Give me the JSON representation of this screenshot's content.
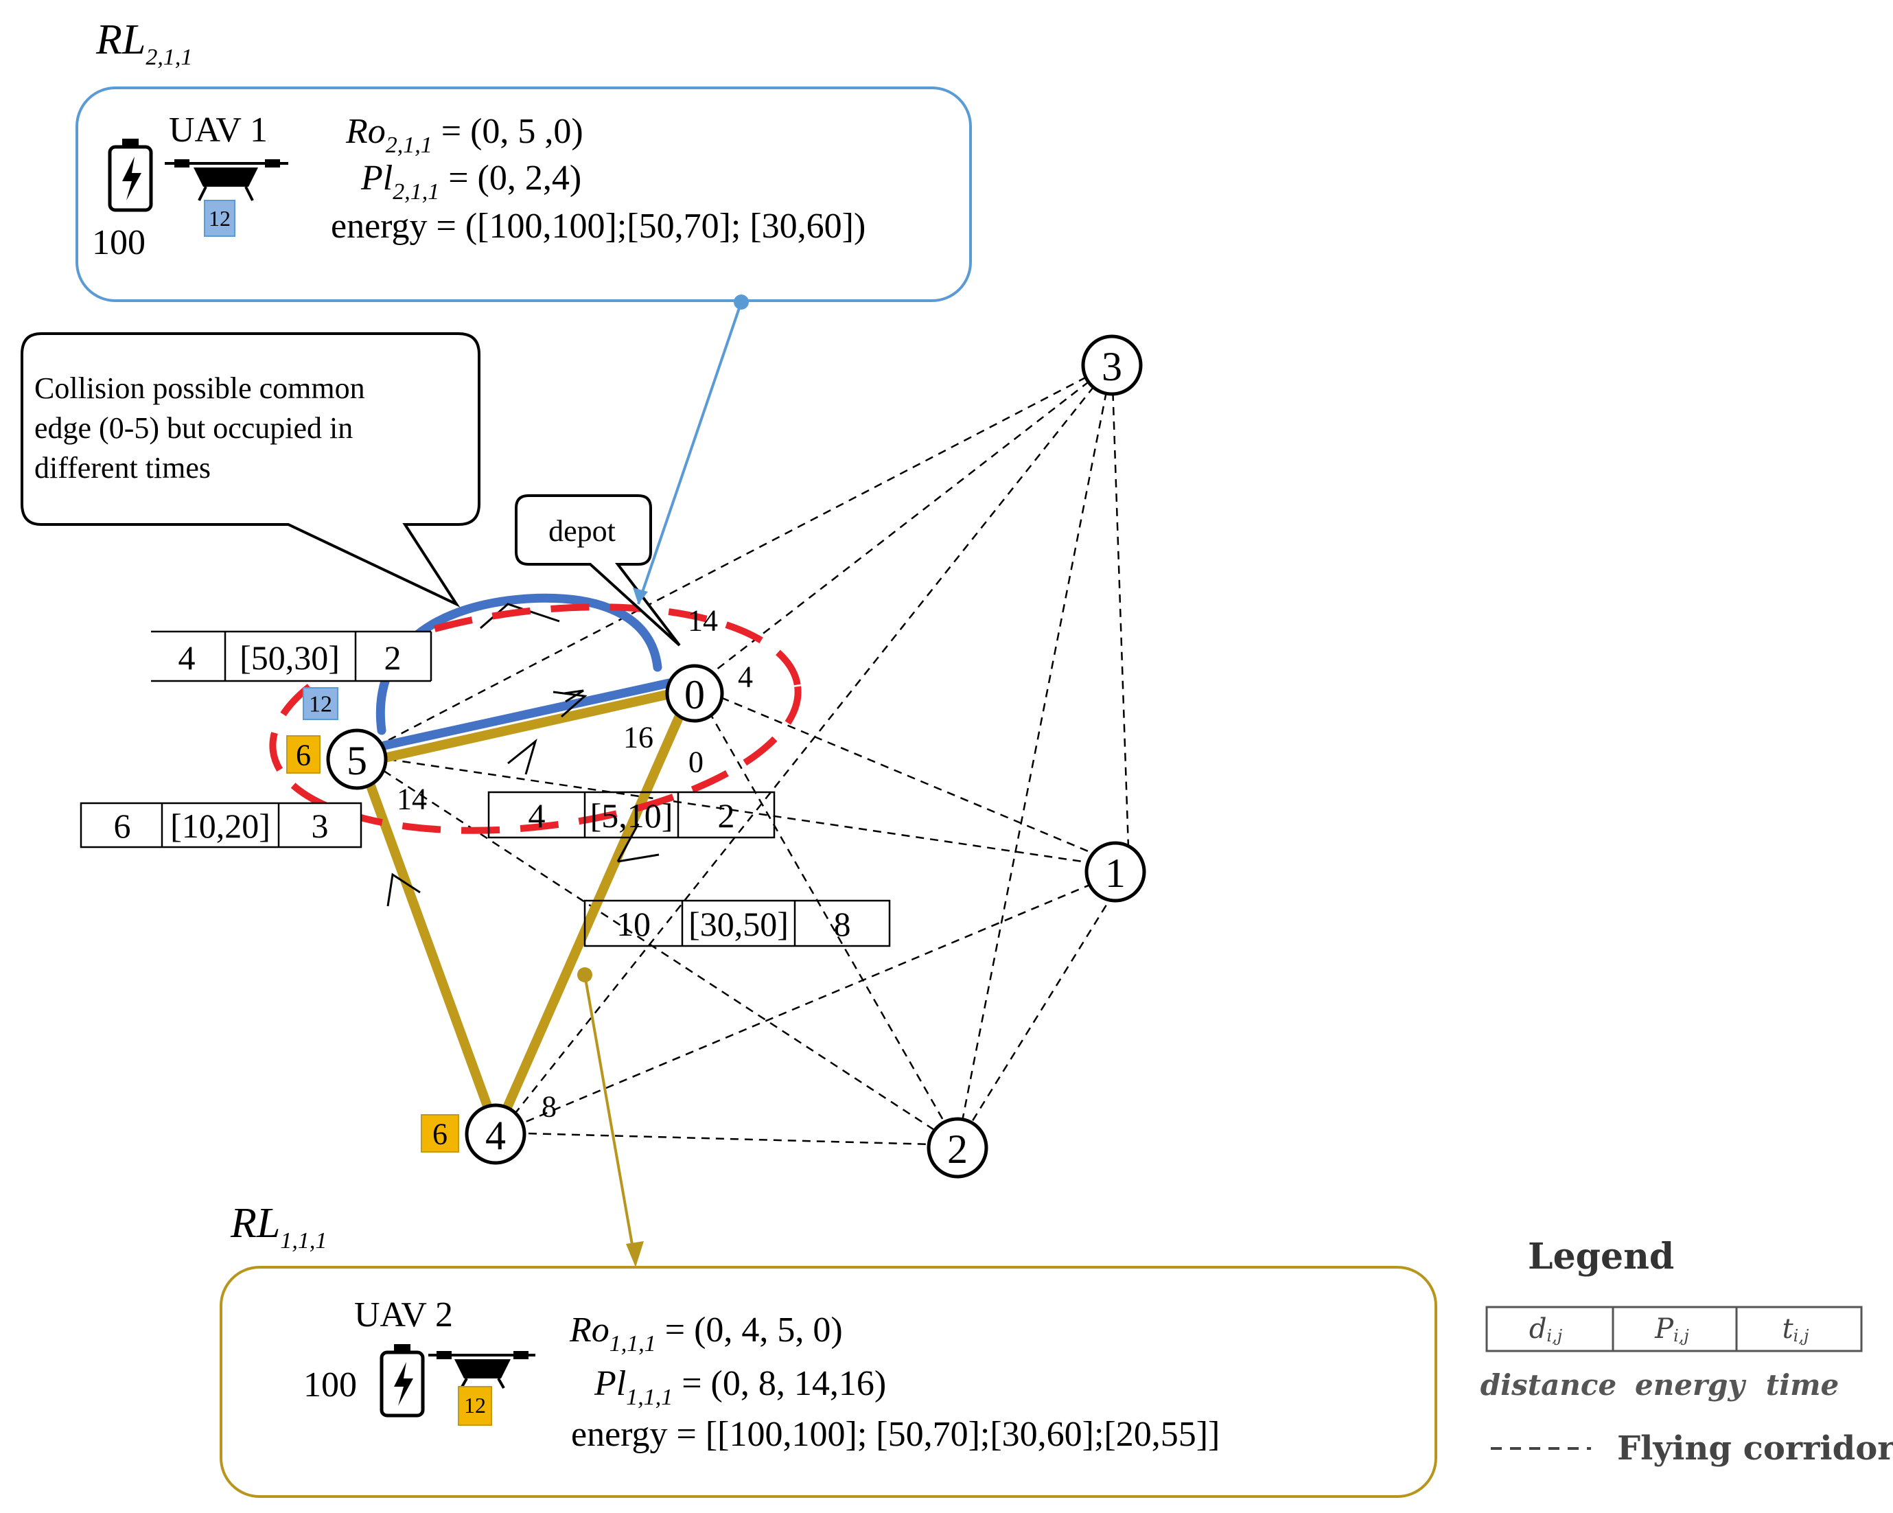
{
  "colors": {
    "blue_route": "#4472C4",
    "gold_route": "#C09A1A",
    "callout_blue": "#5B9BD5",
    "callout_gold": "#B8961E",
    "collision_ring": "#E8242A",
    "badge_blue": "#8DB4E2",
    "badge_gold": "#F2B600"
  },
  "top_panel": {
    "heading_base": "RL",
    "heading_sub": "2,1,1",
    "uav_label": "UAV 1",
    "battery_value": "100",
    "payload_badge": "12",
    "ro_base": "Ro",
    "ro_sub": "2,1,1",
    "ro_value": " = (0, 5 ,0)",
    "pl_base": "Pl",
    "pl_sub": "2,1,1",
    "pl_value": " = (0, 2,4)",
    "energy_line": "energy = ([100,100];[50,70]; [30,60])"
  },
  "bottom_panel": {
    "heading_base": "RL",
    "heading_sub": "1,1,1",
    "uav_label": "UAV 2",
    "battery_value": "100",
    "payload_badge": "12",
    "ro_base": "Ro",
    "ro_sub": "1,1,1",
    "ro_value": " = (0, 4, 5, 0)",
    "pl_base": "Pl",
    "pl_sub": "1,1,1",
    "pl_value": " = (0, 8, 14,16)",
    "energy_line": "energy = [[100,100]; [50,70];[30,60];[20,55]]"
  },
  "collision_callout": {
    "line1": "Collision possible common",
    "line2": "edge (0-5) but occupied in",
    "line3": "different times"
  },
  "depot_label": "depot",
  "nodes": [
    {
      "id": "n0",
      "label": "0"
    },
    {
      "id": "n1",
      "label": "1"
    },
    {
      "id": "n2",
      "label": "2"
    },
    {
      "id": "n3",
      "label": "3"
    },
    {
      "id": "n4",
      "label": "4"
    },
    {
      "id": "n5",
      "label": "5"
    }
  ],
  "edge_weights": {
    "w14_top": "14",
    "w4_right": "4",
    "w16": "16",
    "w0": "0",
    "w14_left": "14",
    "w8": "8"
  },
  "node_badges": {
    "node5_gold": "6",
    "node5_blue": "12",
    "node4_gold": "6"
  },
  "edge_tables": {
    "t_top": [
      "4",
      "[50,30]",
      "2"
    ],
    "t_left": [
      "6",
      "[10,20]",
      "3"
    ],
    "t_mid": [
      "4",
      "[5,10]",
      "2"
    ],
    "t_low": [
      "10",
      "[30,50]",
      "8"
    ]
  },
  "legend": {
    "title": "Legend",
    "cells": [
      "d",
      "P",
      "t"
    ],
    "cell_subs": [
      "i,j",
      "i,j",
      "i,j"
    ],
    "descriptions": [
      "distance",
      "energy",
      "time"
    ],
    "corridor_label": "Flying corridors"
  }
}
